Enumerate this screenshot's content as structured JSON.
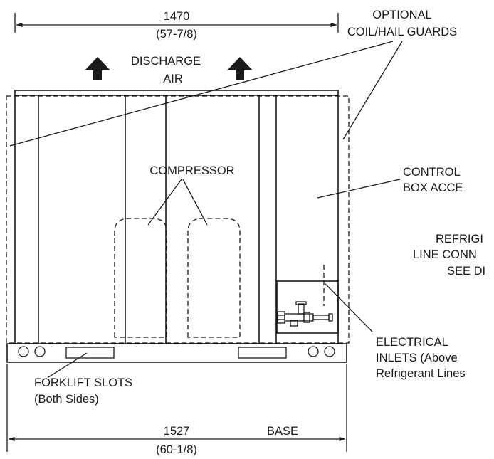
{
  "dimensions": {
    "top_width": "1470",
    "top_width_in": "(57-7/8)",
    "base_width": "1527",
    "base_width_in": "(60-1/8)",
    "base_label": "BASE"
  },
  "labels": {
    "coil_guards_line1": "OPTIONAL",
    "coil_guards_line2": "COIL/HAIL GUARDS",
    "discharge_line1": "DISCHARGE",
    "discharge_line2": "AIR",
    "compressor": "COMPRESSOR",
    "control_box_line1": "CONTROL",
    "control_box_line2": "BOX ACCE",
    "refrig_line1": "REFRIGI",
    "refrig_line2": "LINE CONN",
    "refrig_line3": "SEE DI",
    "electrical_line1": "ELECTRICAL",
    "electrical_line2": "INLETS (Above",
    "electrical_line3": "Refrigerant Lines",
    "forklift_line1": "FORKLIFT SLOTS",
    "forklift_line2": "(Both Sides)"
  }
}
